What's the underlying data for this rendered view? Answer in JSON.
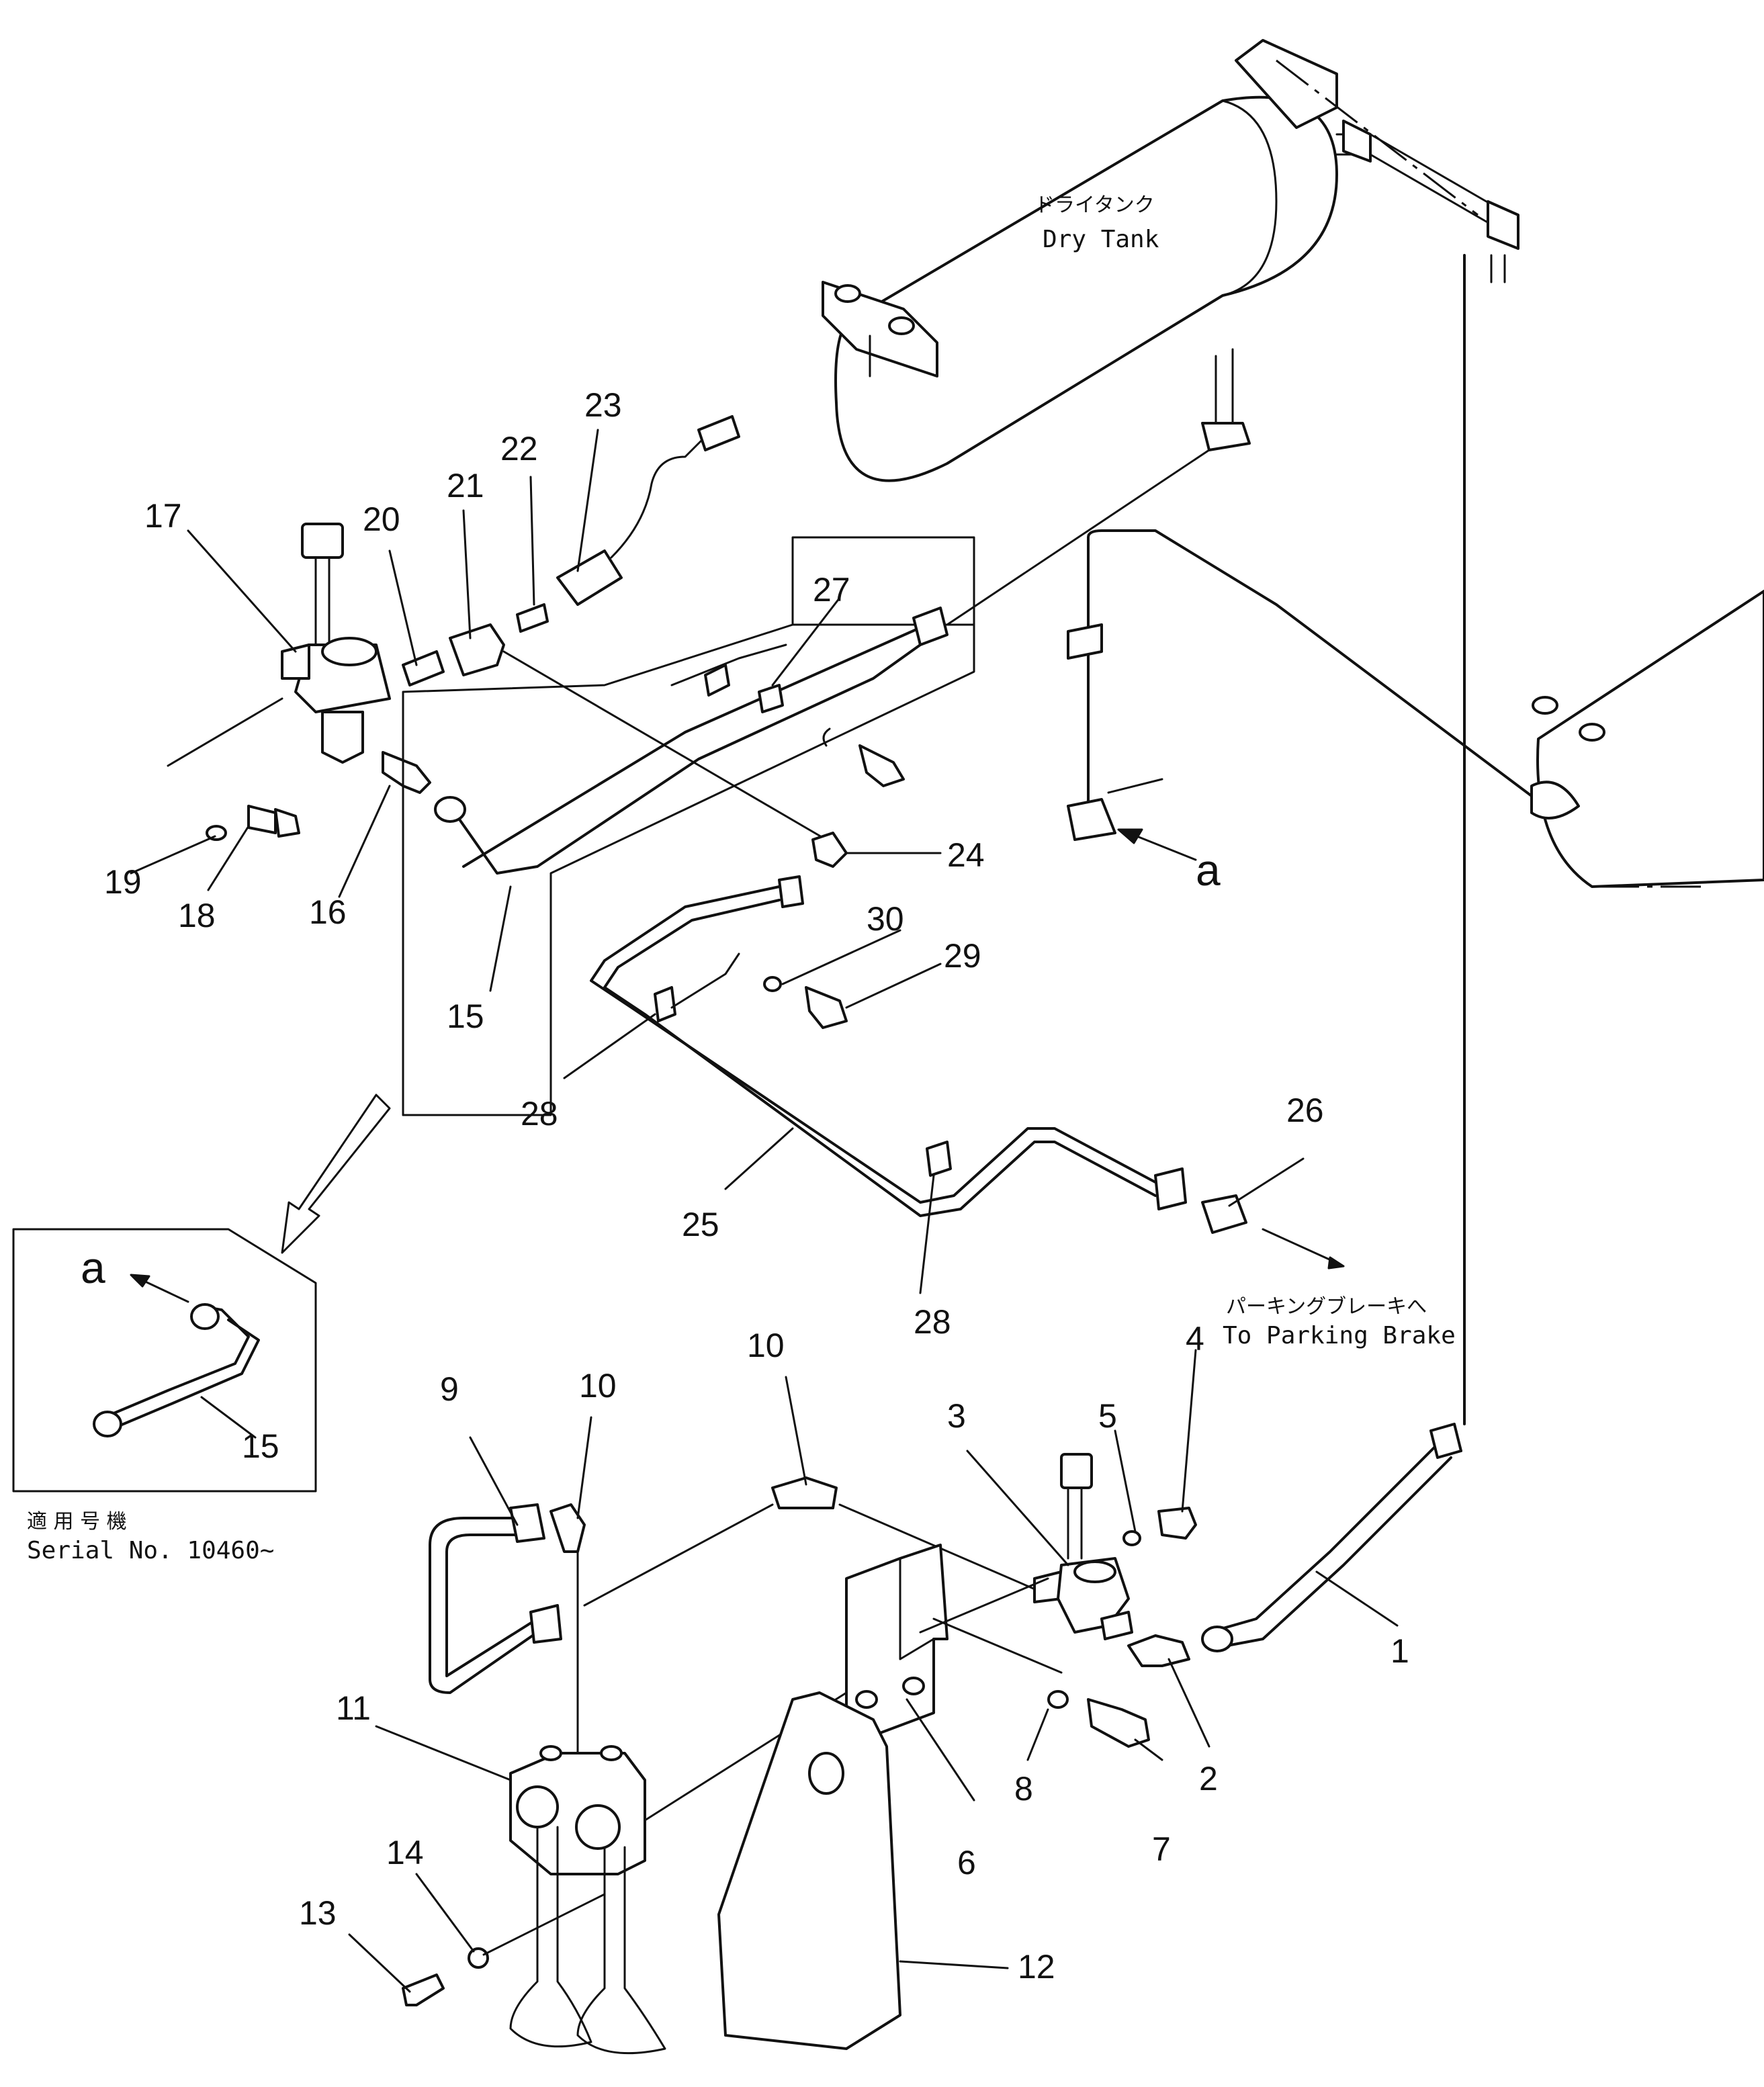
{
  "labels": {
    "dry_tank_jp": "ドライタンク",
    "dry_tank_en": "Dry Tank",
    "parking_jp": "パーキングブレーキへ",
    "parking_en": "To Parking Brake",
    "serial_jp": "適 用 号 機",
    "serial_en": "Serial No. 10460~",
    "ref_a": "a",
    "ref_a_inset": "a"
  },
  "callouts": {
    "n1": "1",
    "n2": "2",
    "n3": "3",
    "n4": "4",
    "n5": "5",
    "n6": "6",
    "n7": "7",
    "n8": "8",
    "n9": "9",
    "n10a": "10",
    "n10b": "10",
    "n11": "11",
    "n12": "12",
    "n13": "13",
    "n14": "14",
    "n15a": "15",
    "n15b": "15",
    "n16": "16",
    "n17": "17",
    "n18": "18",
    "n19": "19",
    "n20": "20",
    "n21": "21",
    "n22": "22",
    "n23": "23",
    "n24": "24",
    "n25": "25",
    "n26": "26",
    "n27": "27",
    "n28a": "28",
    "n28b": "28",
    "n29": "29",
    "n30": "30"
  }
}
